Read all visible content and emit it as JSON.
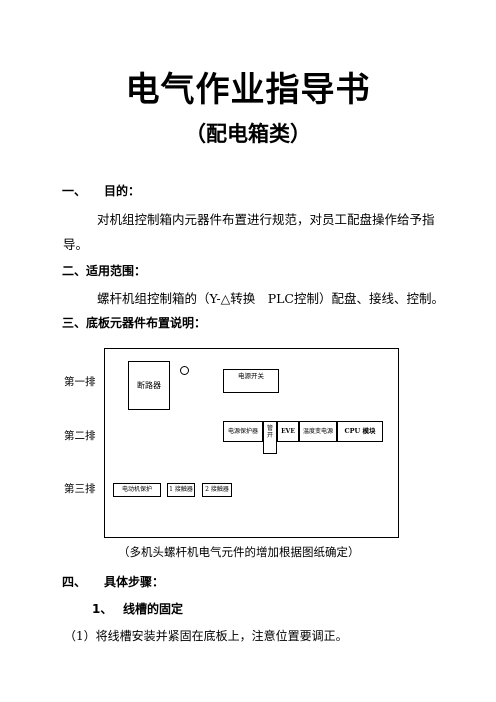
{
  "doc": {
    "title": "电气作业指导书",
    "subtitle": "（配电箱类）"
  },
  "sections": {
    "s1_num": "一、",
    "s1_title": "目的：",
    "s1_body1": "对机组控制箱内元器件布置进行规范，对员工配盘操作给予指",
    "s1_body2": "导。",
    "s2_title": "二、适用范围：",
    "s2_body": "螺杆机组控制箱的（Y-△转换　PLC控制）配盘、接线、控制。",
    "s3_title": "三、底板元器件布置说明：",
    "s4_num": "四、",
    "s4_title": "具体步骤：",
    "step1_num": "1、",
    "step1_title": "线槽的固定",
    "step1_body": "（1）将线槽安装并紧固在底板上，注意位置要调正。"
  },
  "diagram": {
    "row1": "第一排",
    "row2": "第二排",
    "row3": "第三排",
    "breaker": "断路器",
    "power_switch": "电源开关",
    "phase_protector": "电源保护器",
    "relay_col": "管\n开",
    "eve": "EVE",
    "supply": "温度变电源",
    "cpu": "CPU 模块",
    "motor_protector": "电动机保护",
    "contactor1": "1 接触器",
    "contactor2": "2 接触器",
    "caption": "（多机头螺杆机电气元件的增加根据图纸确定）"
  }
}
